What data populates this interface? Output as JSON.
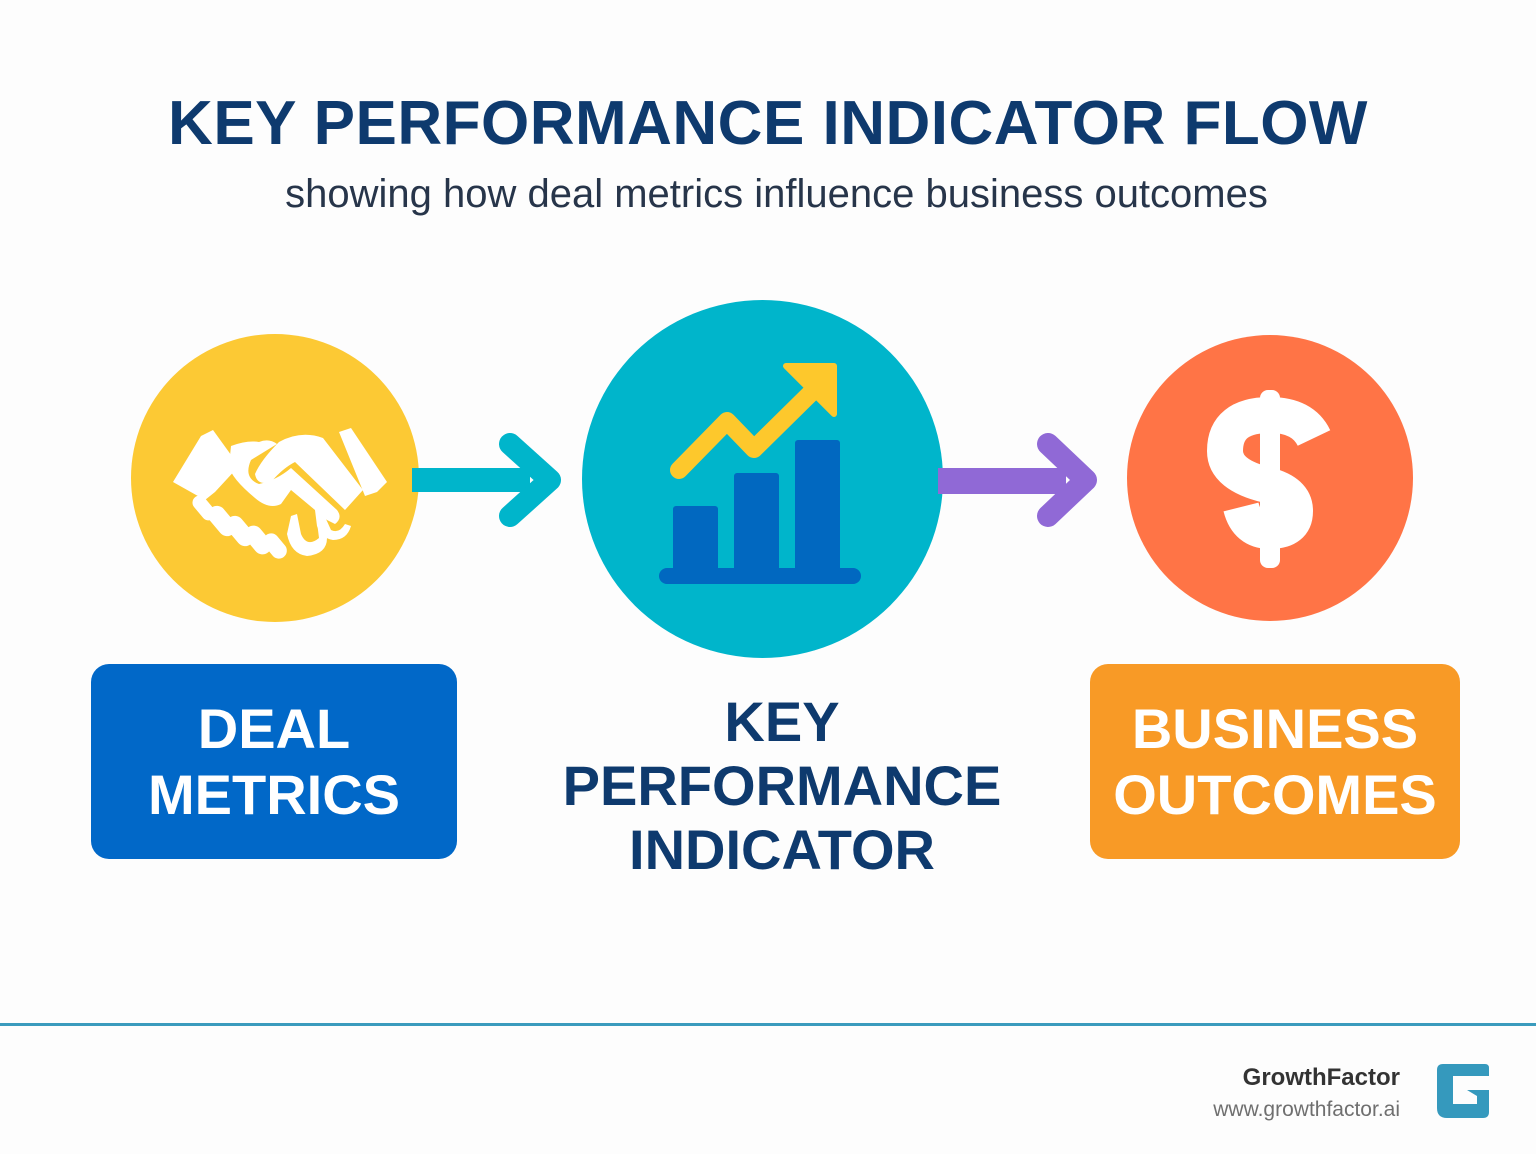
{
  "header": {
    "title": "KEY PERFORMANCE INDICATOR FLOW",
    "subtitle": "showing how deal metrics influence business outcomes"
  },
  "flow": {
    "nodes": [
      {
        "icon": "handshake-icon",
        "circle_color": "#fcc934",
        "label_lines": [
          "DEAL",
          "METRICS"
        ],
        "label_style": "box",
        "label_bg": "#0168c8",
        "label_text_color": "#ffffff"
      },
      {
        "icon": "growth-chart-icon",
        "circle_color": "#00b5cb",
        "label_lines": [
          "KEY",
          "PERFORMANCE",
          "INDICATOR"
        ],
        "label_style": "plain",
        "label_text_color": "#0e3a6e"
      },
      {
        "icon": "dollar-sign-icon",
        "circle_color": "#ff7446",
        "label_lines": [
          "BUSINESS",
          "OUTCOMES"
        ],
        "label_style": "box",
        "label_bg": "#f89a26",
        "label_text_color": "#ffffff"
      }
    ],
    "connectors": [
      {
        "from": 0,
        "to": 1,
        "icon": "arrow-right-icon",
        "color": "#00b5cb"
      },
      {
        "from": 1,
        "to": 2,
        "icon": "arrow-right-icon",
        "color": "#9069d6"
      }
    ],
    "icon_colors": {
      "chart_bars": "#0168c0",
      "trend_arrow": "#fdc82c",
      "glyph_white": "#ffffff"
    }
  },
  "footer": {
    "rule_color": "#3a9bbd",
    "brand_name": "GrowthFactor",
    "brand_url": "www.growthfactor.ai",
    "logo_icon": "growthfactor-g-logo-icon",
    "logo_color": "#3599bd"
  }
}
